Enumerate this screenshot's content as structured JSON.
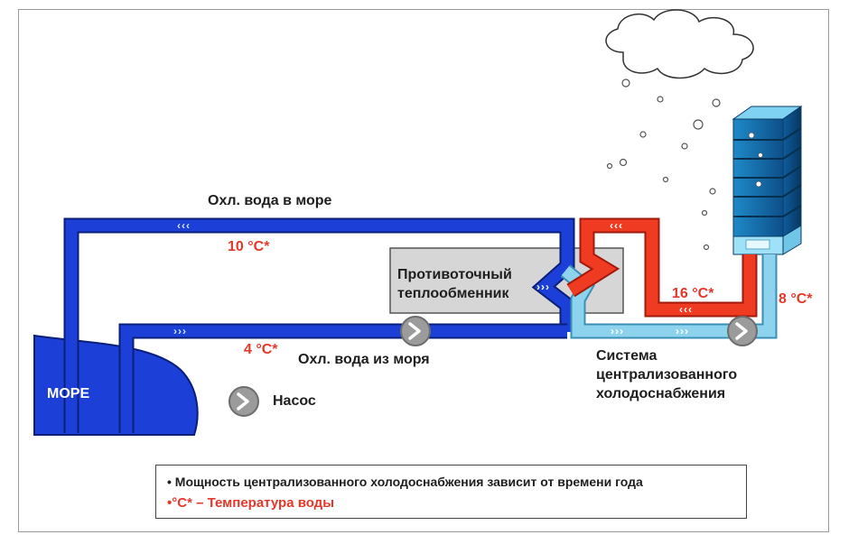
{
  "labels": {
    "supply_to_sea": "Охл. вода в море",
    "return_from_sea": "Охл. вода из моря",
    "temp_10": "10 °C*",
    "temp_4": "4 °C*",
    "temp_16": "16 °C*",
    "temp_8": "8 °C*",
    "sea": "МОРЕ",
    "pump": "Насос",
    "heat_exchanger_line1": "Противоточный",
    "heat_exchanger_line2": "теплообменник",
    "district_line1": "Система",
    "district_line2": "централизованного",
    "district_line3": "холодоснабжения"
  },
  "legend": {
    "note": "Мощность централизованного холодоснабжения зависит от времени года",
    "temp_note": "•°C*  – Температура воды"
  },
  "flow_arrows": {
    "left": "‹‹‹",
    "right": "›››"
  },
  "colors": {
    "blue_pipe": "#1c3fd8",
    "light_blue_pipe": "#8dd3ee",
    "red_pipe": "#ef3b22",
    "temperature_text": "#e5372a",
    "pump": "#9b9b9b",
    "sea": "#1c3fd8"
  },
  "icons": {
    "pump": "pump-icon",
    "cloud": "cloud-icon",
    "building": "building-icon"
  }
}
